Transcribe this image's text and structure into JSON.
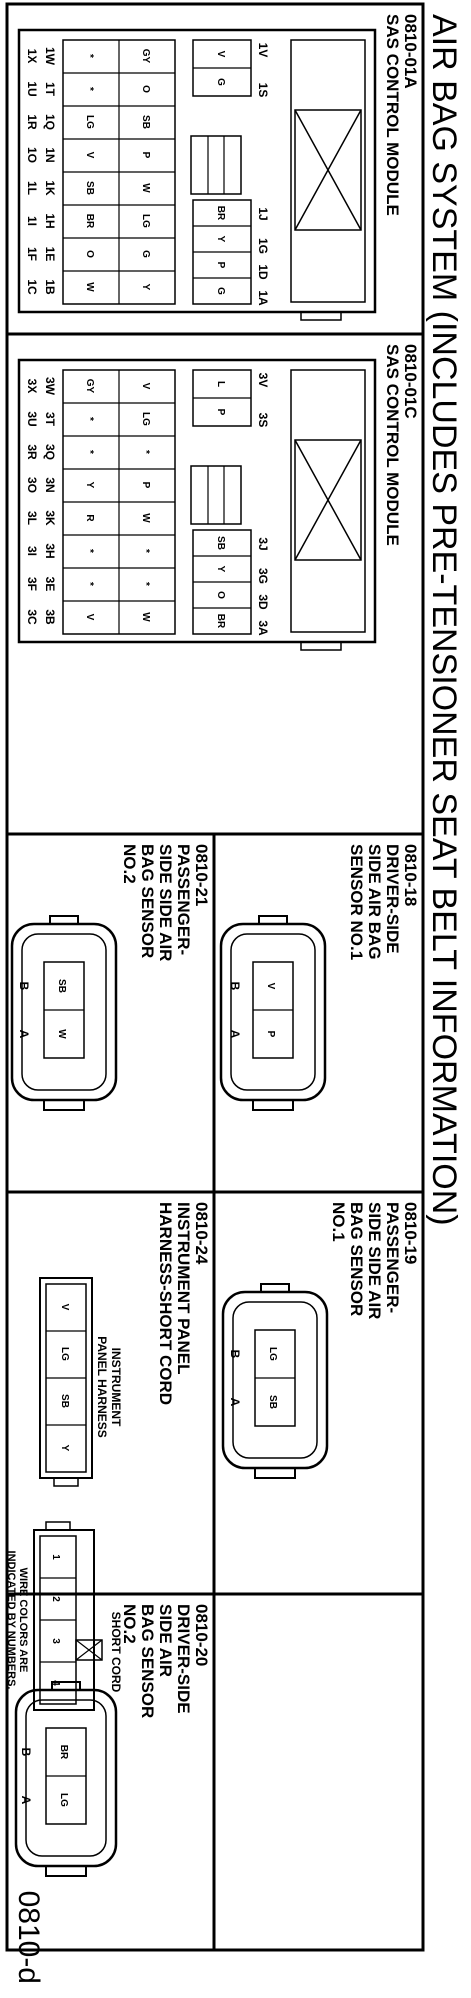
{
  "title": "AIR BAG SYSTEM (INCLUDES PRE-TENSIONER SEAT BELT INFORMATION)",
  "page_number": "0810-d",
  "sas_a": {
    "id": "0810-01A",
    "name": "SAS CONTROL MODULE",
    "pins_top_left": [
      "1V",
      "1S"
    ],
    "pins_top_right": [
      "1J",
      "1G",
      "1D",
      "1A"
    ],
    "pins_bottom": [
      "1W",
      "1T",
      "1Q",
      "1N",
      "1K",
      "1H",
      "1E",
      "1B"
    ],
    "pins_bottom2": [
      "1X",
      "1U",
      "1R",
      "1O",
      "1L",
      "1I",
      "1F",
      "1C"
    ],
    "row1_left": [
      "V",
      "G"
    ],
    "row1_right": [
      "BR",
      "Y",
      "P",
      "G"
    ],
    "row2": [
      "GY",
      "O",
      "SB",
      "P",
      "W",
      "LG",
      "G",
      "Y"
    ],
    "row3": [
      "*",
      "*",
      "LG",
      "V",
      "SB",
      "BR",
      "O",
      "W"
    ]
  },
  "sas_c": {
    "id": "0810-01C",
    "name": "SAS CONTROL MODULE",
    "pins_top_left": [
      "3V",
      "3S"
    ],
    "pins_top_right": [
      "3J",
      "3G",
      "3D",
      "3A"
    ],
    "pins_bottom": [
      "3W",
      "3T",
      "3Q",
      "3N",
      "3K",
      "3H",
      "3E",
      "3B"
    ],
    "pins_bottom2": [
      "3X",
      "3U",
      "3R",
      "3O",
      "3L",
      "3I",
      "3F",
      "3C"
    ],
    "row1_left": [
      "L",
      "P"
    ],
    "row1_right": [
      "SB",
      "Y",
      "O",
      "BR"
    ],
    "row2": [
      "V",
      "LG",
      "*",
      "P",
      "W",
      "*",
      "*",
      "W"
    ],
    "row3": [
      "GY",
      "*",
      "*",
      "Y",
      "R",
      "*",
      "*",
      "V"
    ]
  },
  "s18": {
    "id": "0810-18",
    "lines": [
      "DRIVER-SIDE",
      "SIDE AIR BAG",
      "SENSOR NO.1"
    ],
    "cells": [
      "V",
      "P"
    ],
    "pins": [
      "B",
      "A"
    ]
  },
  "s21": {
    "id": "0810-21",
    "lines": [
      "PASSENGER-",
      "SIDE SIDE AIR",
      "BAG SENSOR",
      "NO.2"
    ],
    "cells": [
      "SB",
      "W"
    ],
    "pins": [
      "B",
      "A"
    ]
  },
  "s19": {
    "id": "0810-19",
    "lines": [
      "PASSENGER-",
      "SIDE SIDE AIR",
      "BAG SENSOR",
      "NO.1"
    ],
    "cells": [
      "LG",
      "SB"
    ],
    "pins": [
      "B",
      "A"
    ]
  },
  "s20": {
    "id": "0810-20",
    "lines": [
      "DRIVER-SIDE",
      "SIDE AIR",
      "BAG SENSOR",
      "NO.2"
    ],
    "cells": [
      "BR",
      "LG"
    ],
    "pins": [
      "B",
      "A"
    ]
  },
  "s24": {
    "id": "0810-24",
    "lines": [
      "INSTRUMENT PANEL",
      "HARNESS-SHORT CORD"
    ],
    "harness_label": [
      "INSTRUMENT",
      "PANEL HARNESS"
    ],
    "harness_cells": [
      "V",
      "LG",
      "SB",
      "Y"
    ],
    "short_label": "SHORT CORD",
    "short_cells": [
      "1",
      "2",
      "3",
      "4"
    ],
    "note": [
      "WIRE COLORS ARE",
      "INDICATED BY NUMBERS."
    ]
  }
}
